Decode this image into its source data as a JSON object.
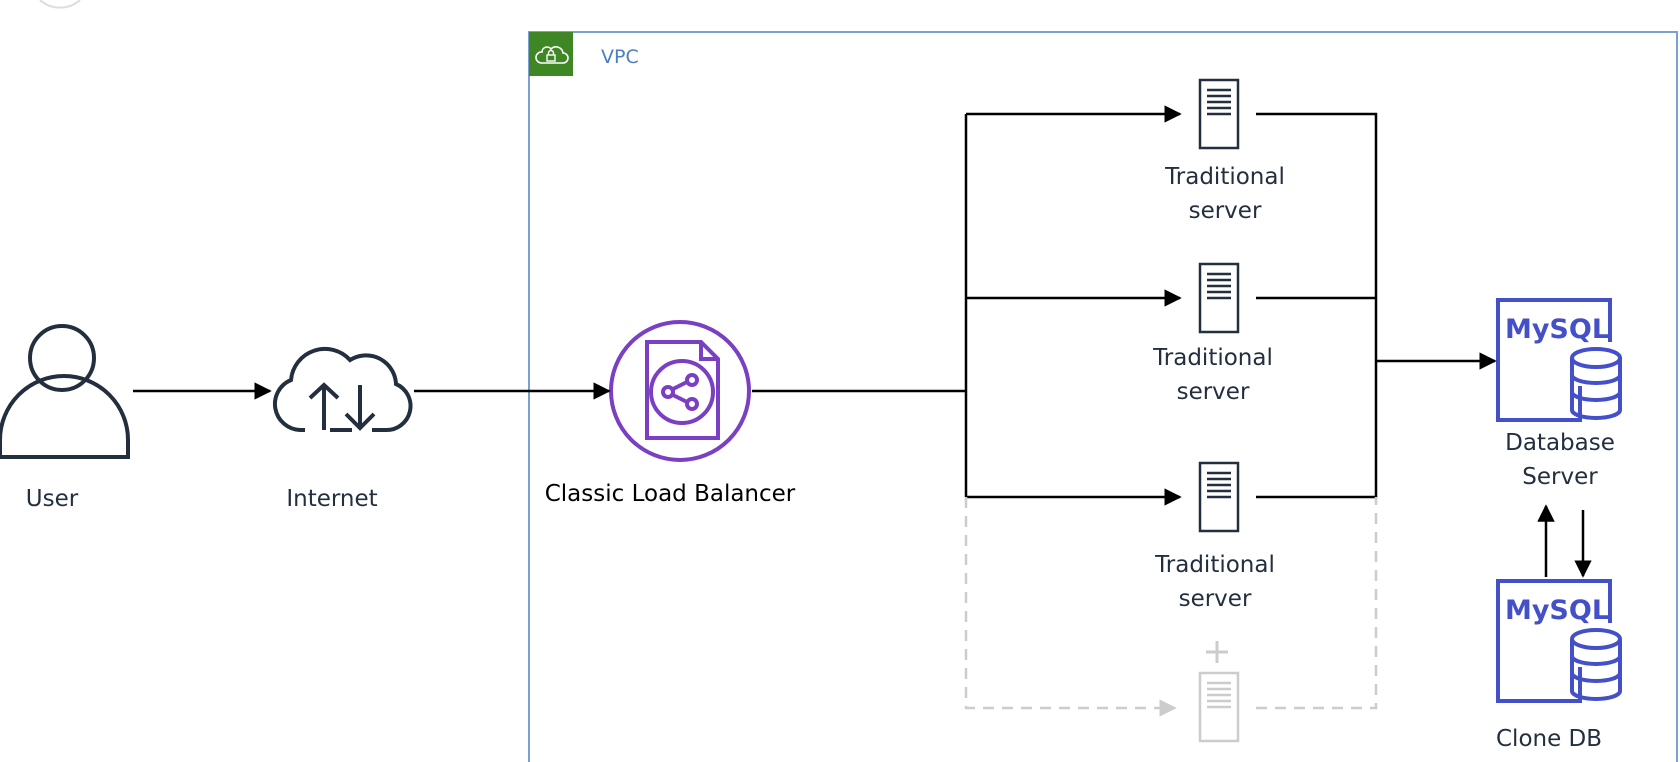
{
  "vpc": {
    "label": "VPC"
  },
  "user": {
    "label": "User"
  },
  "internet": {
    "label": "Internet"
  },
  "load_balancer": {
    "label": "Classic Load Balancer"
  },
  "servers": [
    {
      "line1": "Traditional",
      "line2": "server"
    },
    {
      "line1": "Traditional",
      "line2": "server"
    },
    {
      "line1": "Traditional",
      "line2": "server"
    }
  ],
  "database": {
    "logo": "MySQL",
    "line1": "Database",
    "line2": "Server"
  },
  "clone_db": {
    "logo": "MySQL",
    "label": "Clone DB"
  },
  "icons": {
    "vpc": "cloud-lock-icon",
    "user": "user-icon",
    "internet": "internet-cloud-icon",
    "load_balancer": "load-balancer-icon",
    "server": "server-icon",
    "database": "mysql-database-icon"
  },
  "colors": {
    "vpc_border": "#7da0d4",
    "vpc_badge": "#3f8624",
    "load_balancer": "#7b3fc4",
    "mysql": "#4450c7",
    "dark": "#232f3e",
    "placeholder": "#cccccc"
  }
}
